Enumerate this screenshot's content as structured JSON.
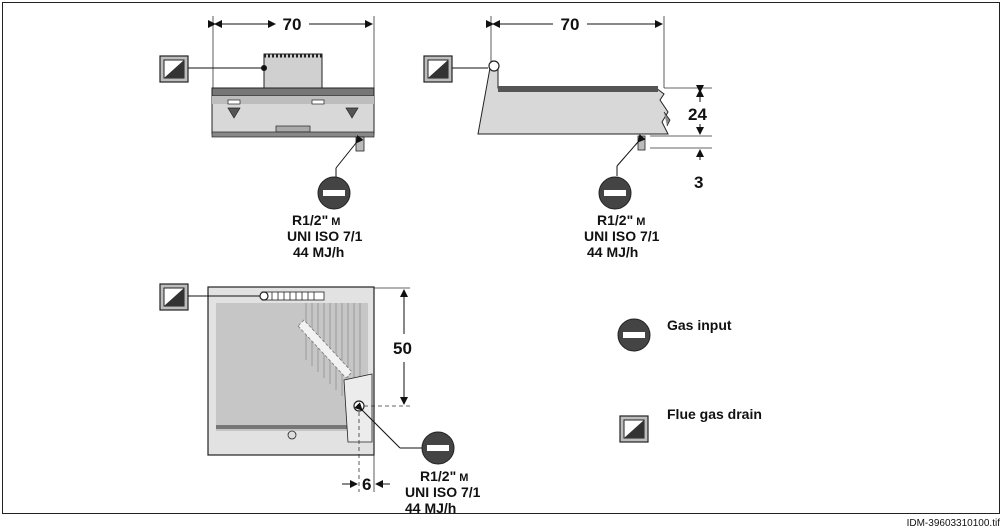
{
  "dimensions": {
    "front_width": "70",
    "side_width": "70",
    "side_height": "24",
    "side_clearance": "3",
    "top_depth": "50",
    "top_offset": "6"
  },
  "gas_specs": {
    "front": {
      "thread": "R1/2\"",
      "thread_suffix": "M",
      "standard": "UNI ISO 7/1",
      "rate": "44 MJ/h"
    },
    "side": {
      "thread": "R1/2\"",
      "thread_suffix": "M",
      "standard": "UNI ISO 7/1",
      "rate": "44 MJ/h"
    },
    "top": {
      "thread": "R1/2\"",
      "thread_suffix": "M",
      "standard": "UNI ISO 7/1",
      "rate": "44 MJ/h"
    }
  },
  "legend": {
    "gas_input": "Gas input",
    "flue_gas_drain": "Flue gas drain"
  },
  "icons": {
    "gas_input": "no-entry-circle-icon",
    "flue_gas_drain": "diagonal-split-square-icon"
  },
  "file_id": "IDM-39603310100.tif"
}
